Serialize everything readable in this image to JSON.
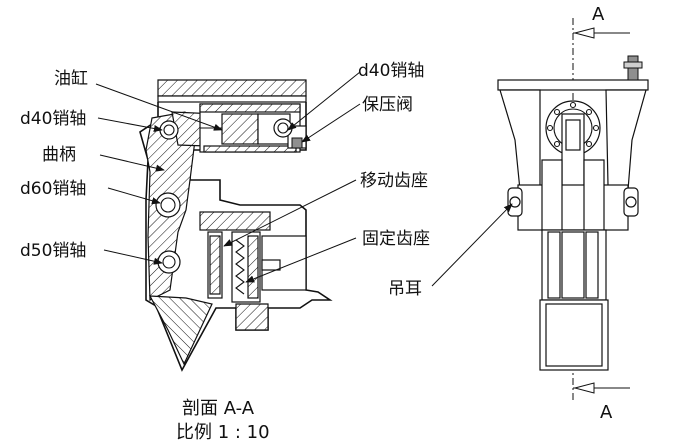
{
  "labels": {
    "oil_cylinder": "油缸",
    "pin_d40_left": "d40销轴",
    "crank": "曲柄",
    "pin_d60": "d60销轴",
    "pin_d50": "d50销轴",
    "pin_d40_right": "d40销轴",
    "pressure_valve": "保压阀",
    "moving_tooth_seat": "移动齿座",
    "fixed_tooth_seat": "固定齿座",
    "lifting_lug": "吊耳"
  },
  "section_marks": {
    "top": "A",
    "bottom": "A"
  },
  "caption": {
    "section": "剖面 A-A",
    "scale": "比例 1 : 10"
  },
  "colors": {
    "line": "#111111",
    "background": "#ffffff",
    "light_fill": "#cfcfcf",
    "dark_fill": "#8f8f8f"
  }
}
